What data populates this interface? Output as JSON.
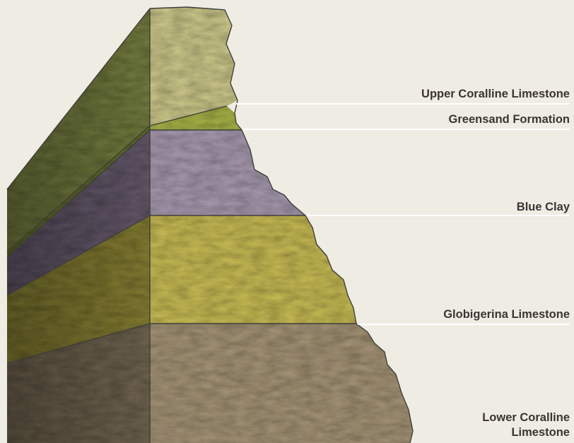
{
  "diagram": {
    "layers": [
      {
        "name": "Upper Coralline Limestone",
        "color": "#cfca8c"
      },
      {
        "name": "Greensand Formation",
        "color": "#a9b548"
      },
      {
        "name": "Blue Clay",
        "color": "#a99bb1"
      },
      {
        "name": "Globigerina Limestone",
        "color": "#c9bd55"
      },
      {
        "name": "Lower Coralline Limestone",
        "color": "#a69577"
      }
    ],
    "labels": {
      "upper_coralline": "Upper Coralline Limestone",
      "greensand": "Greensand Formation",
      "blue_clay": "Blue Clay",
      "globigerina": "Globigerina Limestone",
      "lower_coralline_line1": "Lower Coralline",
      "lower_coralline_line2": "Limestone"
    },
    "colors": {
      "background": "#efece4",
      "label_text": "#3a3532",
      "leader_line": "#ffffff"
    }
  }
}
